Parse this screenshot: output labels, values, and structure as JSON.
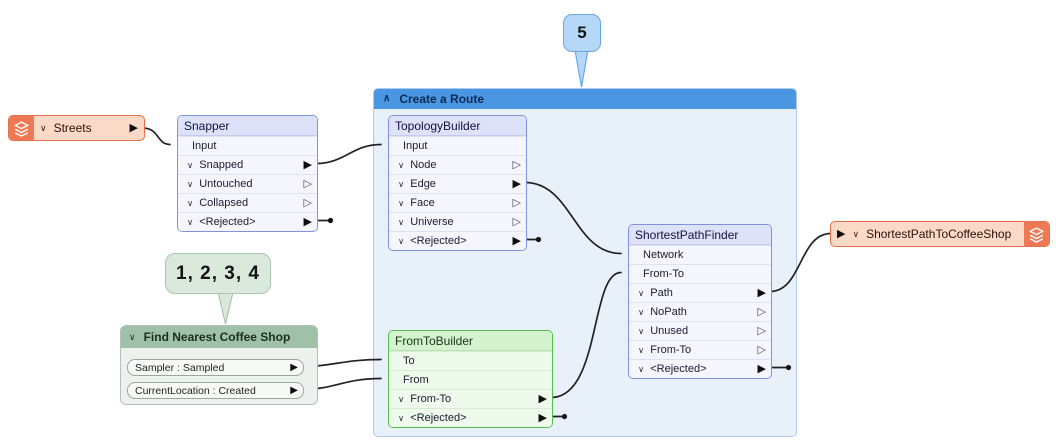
{
  "annotations": {
    "step5": {
      "label": "5"
    },
    "steps1to4": {
      "label": "1, 2, 3, 4"
    }
  },
  "bookmark": {
    "title": "Create a Route"
  },
  "reader": {
    "label": "Streets"
  },
  "writer": {
    "label": "ShortestPathToCoffeeShop"
  },
  "nodes": {
    "snapper": {
      "title": "Snapper",
      "rows": [
        {
          "label": "Input"
        },
        {
          "label": "Snapped"
        },
        {
          "label": "Untouched"
        },
        {
          "label": "Collapsed"
        },
        {
          "label": "<Rejected>"
        }
      ]
    },
    "topology_builder": {
      "title": "TopologyBuilder",
      "rows": [
        {
          "label": "Input"
        },
        {
          "label": "Node"
        },
        {
          "label": "Edge"
        },
        {
          "label": "Face"
        },
        {
          "label": "Universe"
        },
        {
          "label": "<Rejected>"
        }
      ]
    },
    "shortest_path_finder": {
      "title": "ShortestPathFinder",
      "rows": [
        {
          "label": "Network"
        },
        {
          "label": "From-To"
        },
        {
          "label": "Path"
        },
        {
          "label": "NoPath"
        },
        {
          "label": "Unused"
        },
        {
          "label": "From-To"
        },
        {
          "label": "<Rejected>"
        }
      ]
    },
    "from_to_builder": {
      "title": "FromToBuilder",
      "rows": [
        {
          "label": "To"
        },
        {
          "label": "From"
        },
        {
          "label": "From-To"
        },
        {
          "label": "<Rejected>"
        }
      ]
    },
    "find_nearest": {
      "title": "Find Nearest Coffee Shop",
      "rows": [
        {
          "label": "Sampler : Sampled"
        },
        {
          "label": "CurrentLocation : Created"
        }
      ]
    }
  },
  "icons": {
    "collapse_up": "∧",
    "chevron_down": "∨",
    "port_in": "▶",
    "port_out_connected": "▶",
    "port_out_unconnected": "▷"
  },
  "colors": {
    "bookmark_header": "#4b96e2",
    "bookmark_body": "#e8f0fa",
    "blue_node_border": "#8192e3",
    "blue_node_header": "#dee2f9",
    "green_node_border": "#54bd4d",
    "green_node_header": "#d5f2ce",
    "orange_accent": "#ee7954",
    "orange_body": "#fbd9c7",
    "collapsed_header": "#9fc0a9",
    "callout_blue": "#b6d8f8",
    "callout_green": "#dae9dc",
    "wire": "#222222"
  }
}
